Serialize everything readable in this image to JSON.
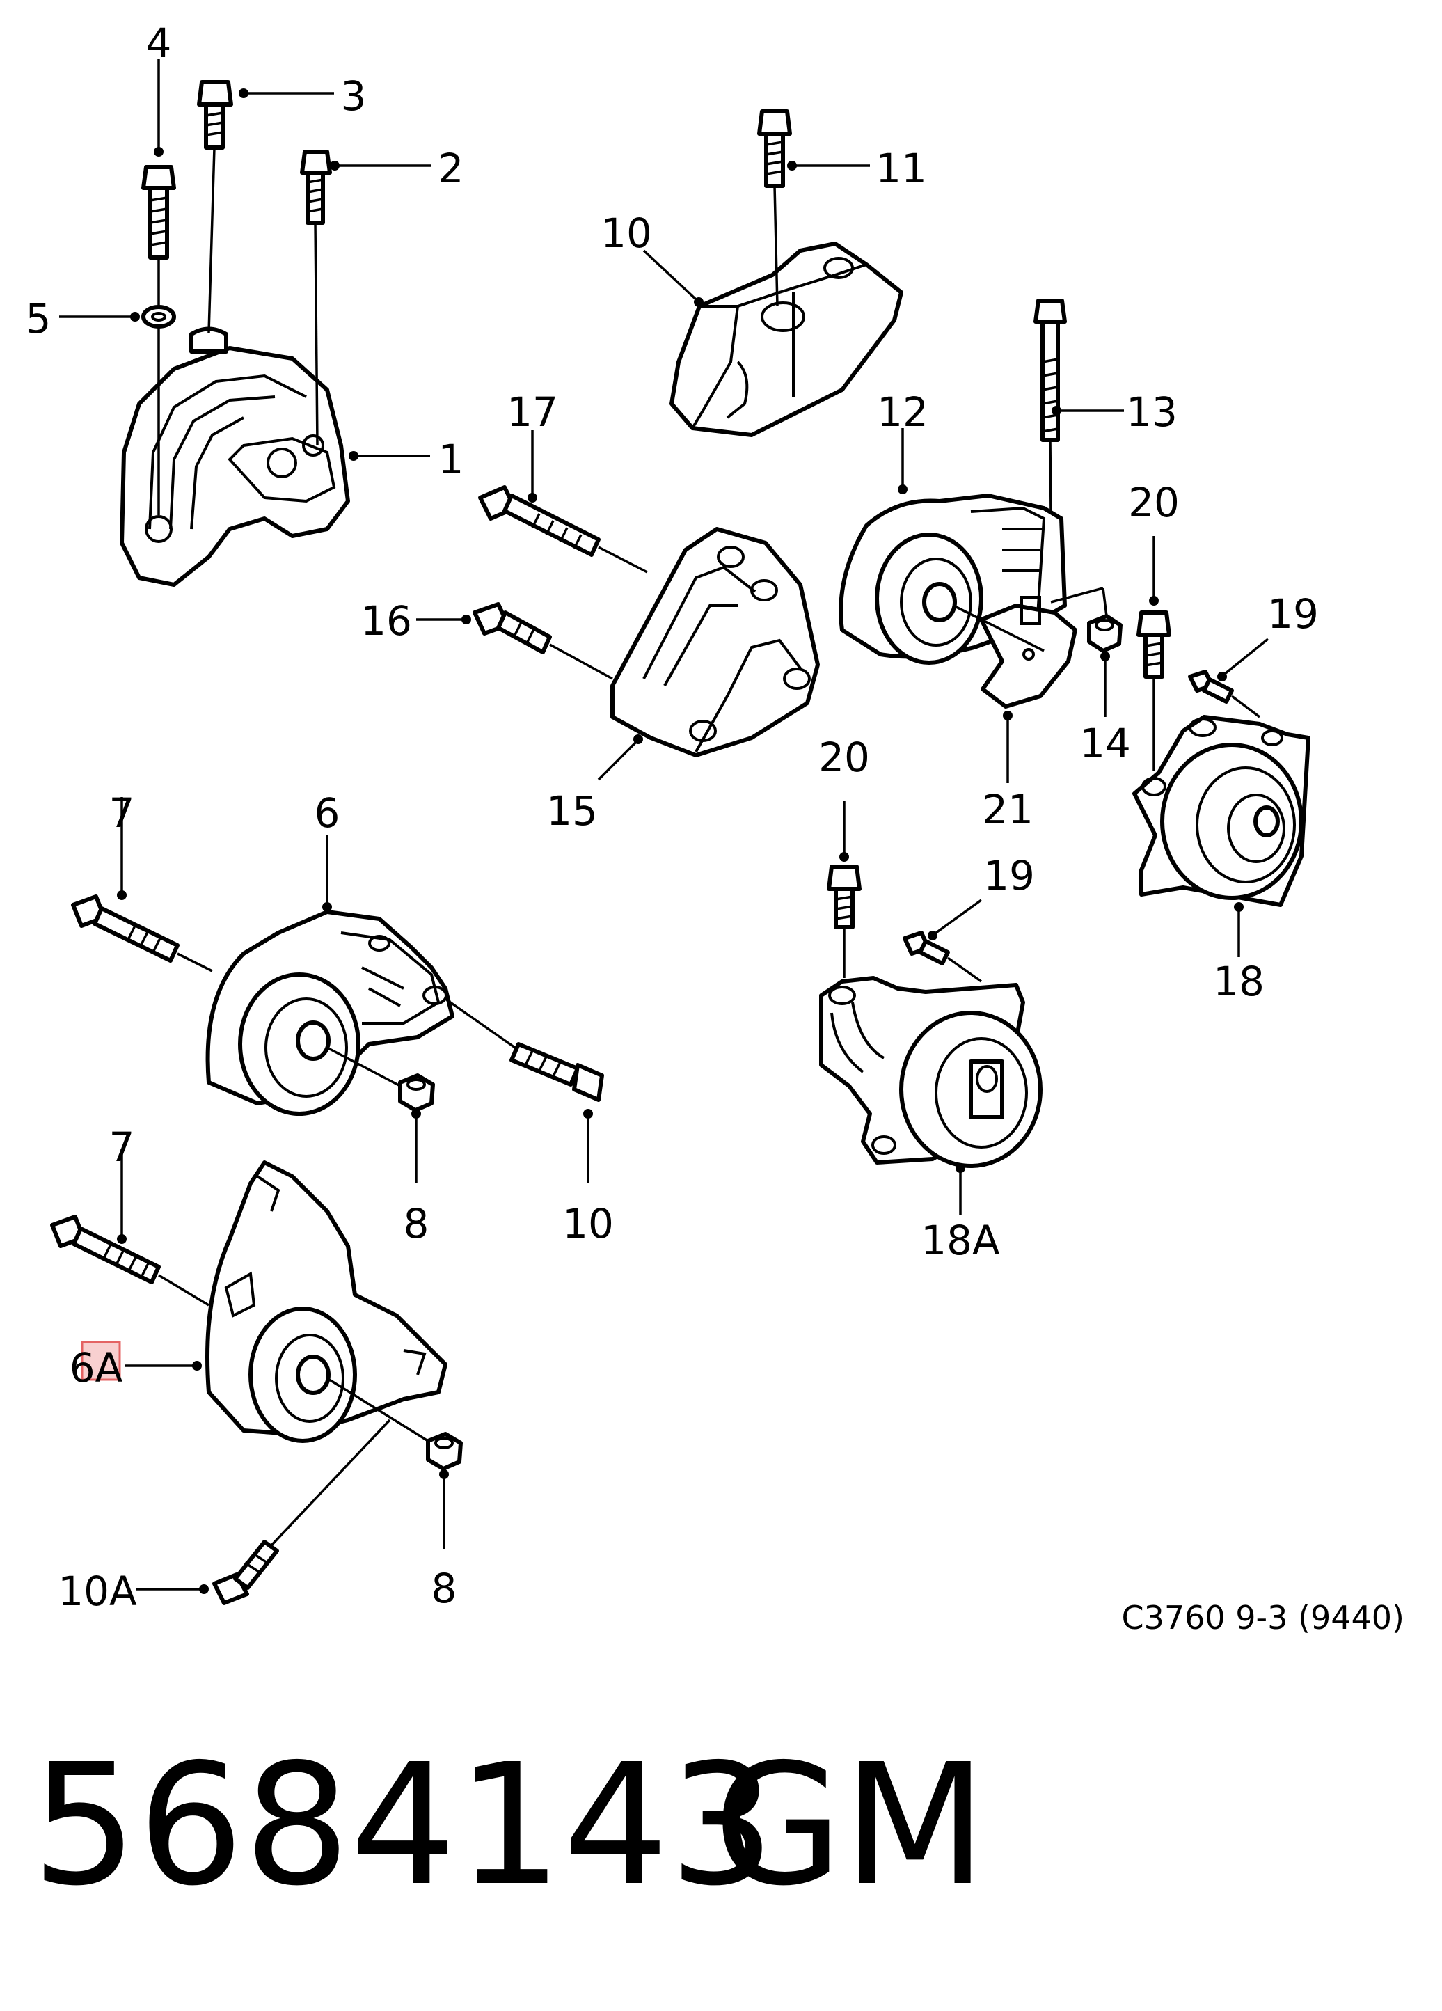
{
  "callouts": {
    "c1": "1",
    "c2": "2",
    "c3": "3",
    "c4": "4",
    "c5": "5",
    "c6": "6",
    "c6a": "6A",
    "c7a": "7",
    "c7b": "7",
    "c8a": "8",
    "c8b": "8",
    "c10a": "10",
    "c10b": "10",
    "c10c": "10A",
    "c11": "11",
    "c12": "12",
    "c13": "13",
    "c14": "14",
    "c15": "15",
    "c16": "16",
    "c17": "17",
    "c18": "18",
    "c18a": "18A",
    "c19a": "19",
    "c19b": "19",
    "c20a": "20",
    "c20b": "20",
    "c21": "21"
  },
  "reference": "C3760 9-3 (9440)",
  "part_number": "5684143",
  "brand": "GM",
  "colors": {
    "ink": "#000000",
    "background": "#ffffff",
    "highlight": "#e04848"
  }
}
